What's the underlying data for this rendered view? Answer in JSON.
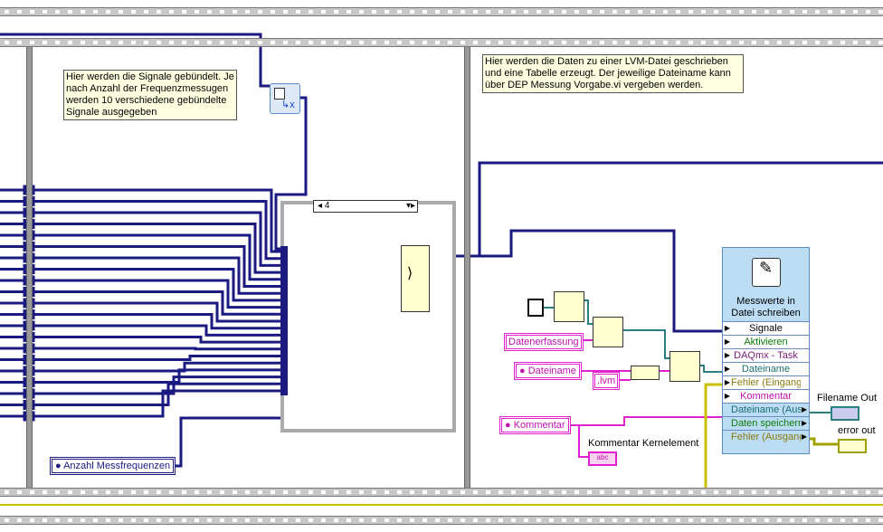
{
  "comments": {
    "left": "Hier werden die Signale gebündelt. Je nach Anzahl der Frequenzmessugen werden 10 verschiedene gebündelte Signale ausgegeben",
    "right": "Hier werden die Daten zu einer LVM-Datei geschrieben und eine Tabelle erzeugt. Der jeweilige Dateiname kann über DEP Messung Vorgabe.vi vergeben werden."
  },
  "case_selector": "4",
  "controls": {
    "anzahl": "Anzahl Messfrequenzen",
    "dateiname": "Dateiname",
    "kommentar": "Kommentar"
  },
  "constants": {
    "datenerfassung": "Datenerfassung",
    "lvm": ".lvm"
  },
  "subvi": {
    "title": "Messwerte in Datei schreiben",
    "inputs": [
      {
        "label": "Signale",
        "color": "#000000"
      },
      {
        "label": "Aktivieren",
        "color": "#0a7a0a"
      },
      {
        "label": "DAQmx - Task",
        "color": "#7a1a7a"
      },
      {
        "label": "Dateiname",
        "color": "#1a7070"
      },
      {
        "label": "Fehler (Eingang, k",
        "color": "#8a7a10"
      },
      {
        "label": "Kommentar",
        "color": "#c010b0"
      }
    ],
    "outputs": [
      {
        "label": "Dateiname (Ausga",
        "color": "#1a7070"
      },
      {
        "label": "Daten speichern",
        "color": "#0a7a0a"
      },
      {
        "label": "Fehler (Ausgang)",
        "color": "#8a7a10"
      }
    ]
  },
  "indicators": {
    "filename_out": "Filename Out",
    "error_out": "error out",
    "kommentar_kernelement": "Kommentar Kernelement"
  },
  "colors": {
    "wire_blue": "#1a1a80",
    "wire_pink": "#e020d0",
    "wire_teal": "#2a8080",
    "wire_yellow": "#c8c000"
  }
}
